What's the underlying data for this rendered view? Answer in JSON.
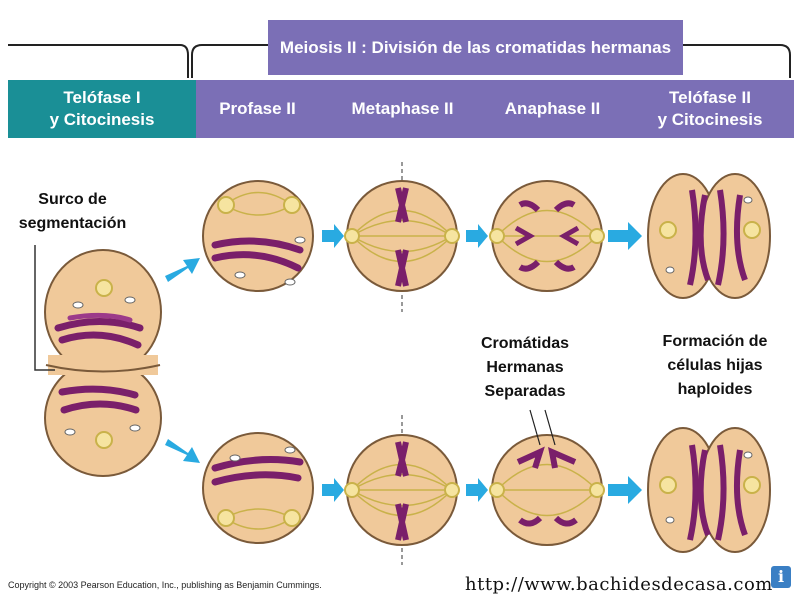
{
  "header": {
    "meiosis2_title": "Meiosis II : División de las cromatidas hermanas",
    "telophase1_line1": "Telófase I",
    "telophase1_line2": "y Citocinesis",
    "phases": {
      "prophase2": "Profase II",
      "metaphase2": "Metaphase II",
      "anaphase2": "Anaphase II",
      "telophase2_line1": "Telófase II",
      "telophase2_line2": "y Citocinesis"
    }
  },
  "labels": {
    "furrow_line1": "Surco de",
    "furrow_line2": "segmentación",
    "chromatids_line1": "Cromátidas",
    "chromatids_line2": "Hermanas",
    "chromatids_line3": "Separadas",
    "formation_line1": "Formación de",
    "formation_line2": "células hijas",
    "formation_line3": "haploides"
  },
  "footer": {
    "copyright": "Copyright © 2003 Pearson Education, Inc., publishing as Benjamin Cummings.",
    "url": "http://www.bachidesdecasa.com"
  },
  "colors": {
    "banner": "#7b6fb6",
    "teal": "#1a8f96",
    "cell_fill": "#f0c99a",
    "cell_stroke": "#7a5a3a",
    "chromosome": "#7a1f6a",
    "spindle": "#c9b24a",
    "arrow": "#29aae1"
  },
  "icons": [
    "arrow-right-icon",
    "info-icon"
  ]
}
